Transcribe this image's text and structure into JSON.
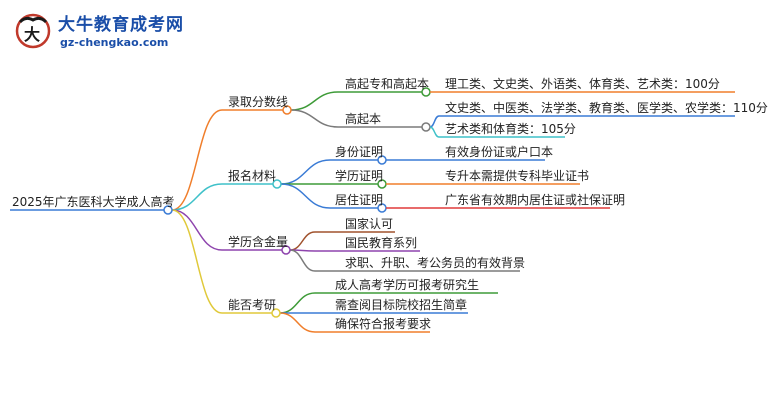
{
  "brand": {
    "name": "大牛教育成考网",
    "url": "gz-chengkao.com"
  },
  "mindmap": {
    "root": "2025年广东医科大学成人高考",
    "branches": [
      {
        "label": "录取分数线",
        "color": "#f07e2b",
        "children": [
          {
            "label": "高起专和高起本",
            "color": "#3e9b38",
            "leaves": [
              {
                "text": "理工类、文史类、外语类、体育类、艺术类：100分",
                "color": "#f07e2b"
              }
            ]
          },
          {
            "label": "高起本",
            "color": "#7a7a7a",
            "leaves": [
              {
                "text": "文史类、中医类、法学类、教育类、医学类、农学类：110分",
                "color": "#3a7bd5"
              },
              {
                "text": "艺术类和体育类：105分",
                "color": "#3fc1c9"
              }
            ]
          }
        ]
      },
      {
        "label": "报名材料",
        "color": "#3fc1c9",
        "children": [
          {
            "label": "身份证明",
            "color": "#3a7bd5",
            "leaves": [
              {
                "text": "有效身份证或户口本",
                "color": "#3a7bd5"
              }
            ]
          },
          {
            "label": "学历证明",
            "color": "#3e9b38",
            "leaves": [
              {
                "text": "专升本需提供专科毕业证书",
                "color": "#f07e2b"
              }
            ]
          },
          {
            "label": "居住证明",
            "color": "#3a7bd5",
            "leaves": [
              {
                "text": "广东省有效期内居住证或社保证明",
                "color": "#e03a3a"
              }
            ]
          }
        ]
      },
      {
        "label": "学历含金量",
        "color": "#8e44ad",
        "children": [
          {
            "label": "国家认可",
            "color": "#a0522d",
            "leaves": []
          },
          {
            "label": "国民教育系列",
            "color": "#8e44ad",
            "leaves": []
          },
          {
            "label": "求职、升职、考公务员的有效背景",
            "color": "#7a7a7a",
            "leaves": []
          }
        ]
      },
      {
        "label": "能否考研",
        "color": "#e0c93a",
        "children": [
          {
            "label": "成人高考学历可报考研究生",
            "color": "#3e9b38",
            "leaves": []
          },
          {
            "label": "需查阅目标院校招生简章",
            "color": "#3a7bd5",
            "leaves": []
          },
          {
            "label": "确保符合报考要求",
            "color": "#f07e2b",
            "leaves": []
          }
        ]
      }
    ]
  }
}
